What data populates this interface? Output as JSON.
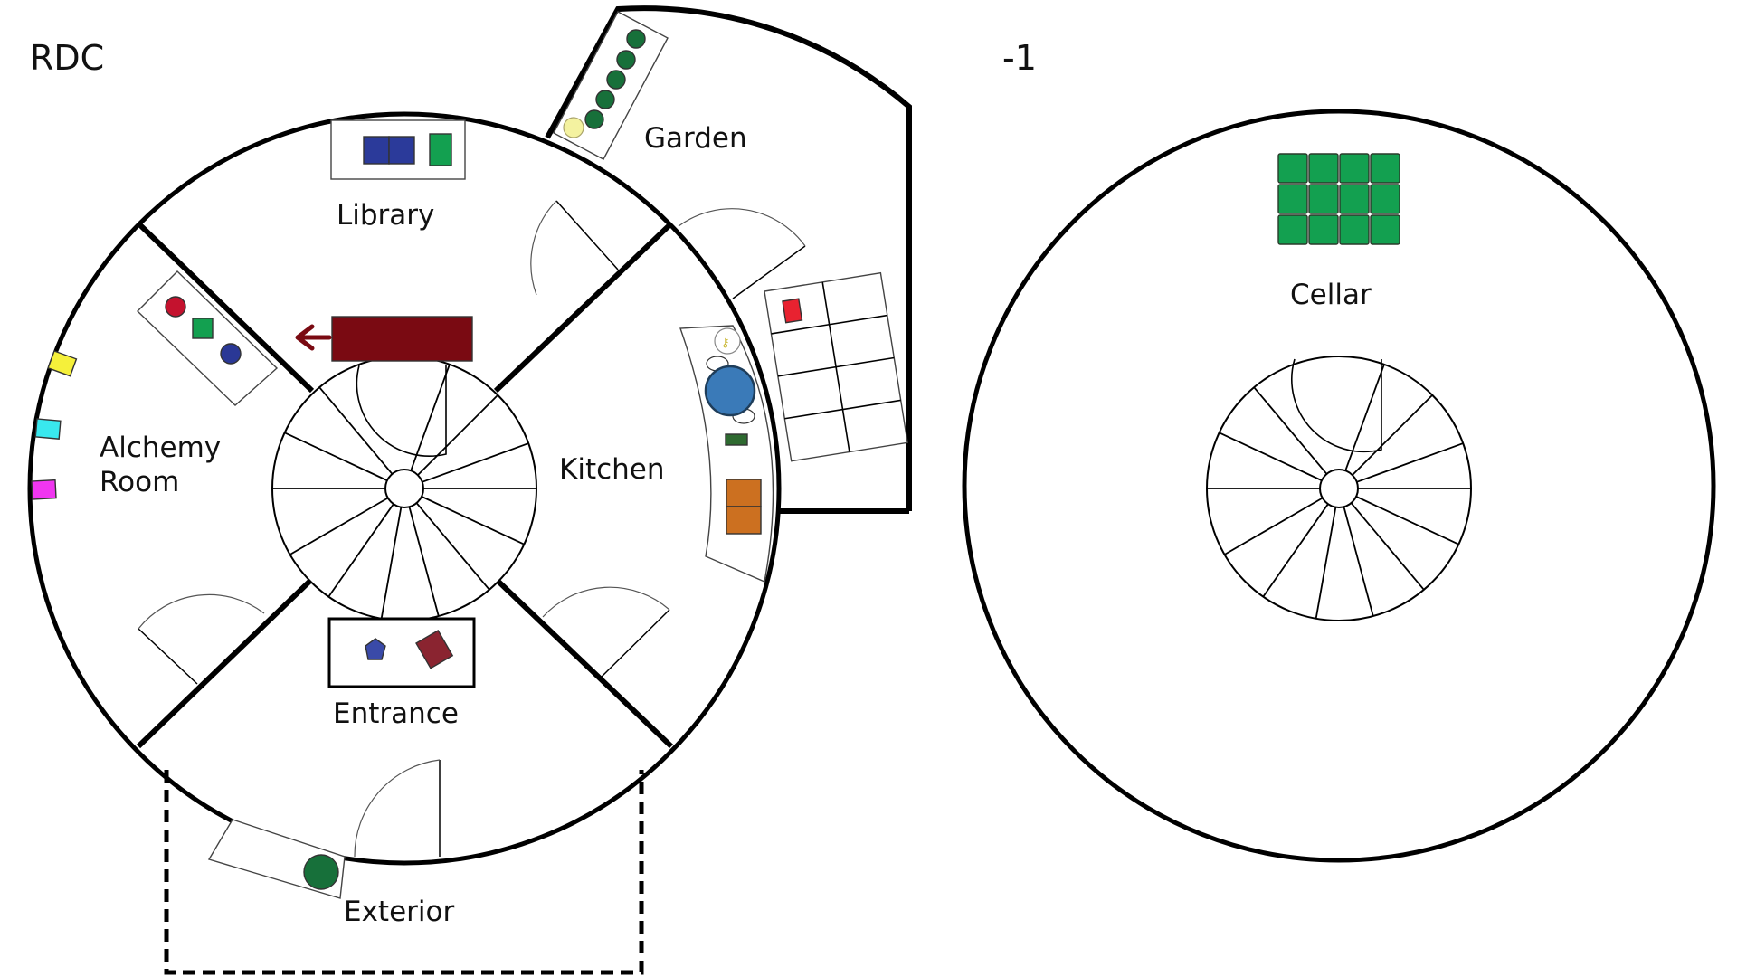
{
  "floors": {
    "ground": {
      "label": "RDC"
    },
    "basement": {
      "label": "-1"
    }
  },
  "rooms": {
    "library": {
      "label": "Library"
    },
    "garden": {
      "label": "Garden"
    },
    "alchemy_line1": {
      "label": "Alchemy"
    },
    "alchemy_line2": {
      "label": "Room"
    },
    "kitchen": {
      "label": "Kitchen"
    },
    "entrance": {
      "label": "Entrance"
    },
    "exterior": {
      "label": "Exterior"
    },
    "cellar": {
      "label": "Cellar"
    }
  },
  "colors": {
    "book_blue": "#2b3a9a",
    "book_green": "#13a050",
    "bench_red": "#7a0a12",
    "flask_red": "#c4122e",
    "flask_green": "#13a050",
    "flask_navy": "#2a3896",
    "wall_yellow": "#f5f03a",
    "wall_cyan": "#39e8ee",
    "wall_magenta": "#f036f0",
    "table_blue": "#3a7ab8",
    "kitchen_green": "#2e6a30",
    "crate_orange": "#cc7020",
    "garden_plot_red": "#e82230",
    "gem_blue": "#3a4aa8",
    "chest_red": "#8a2430",
    "bush_green": "#17703a",
    "cellar_green": "#13a050"
  }
}
